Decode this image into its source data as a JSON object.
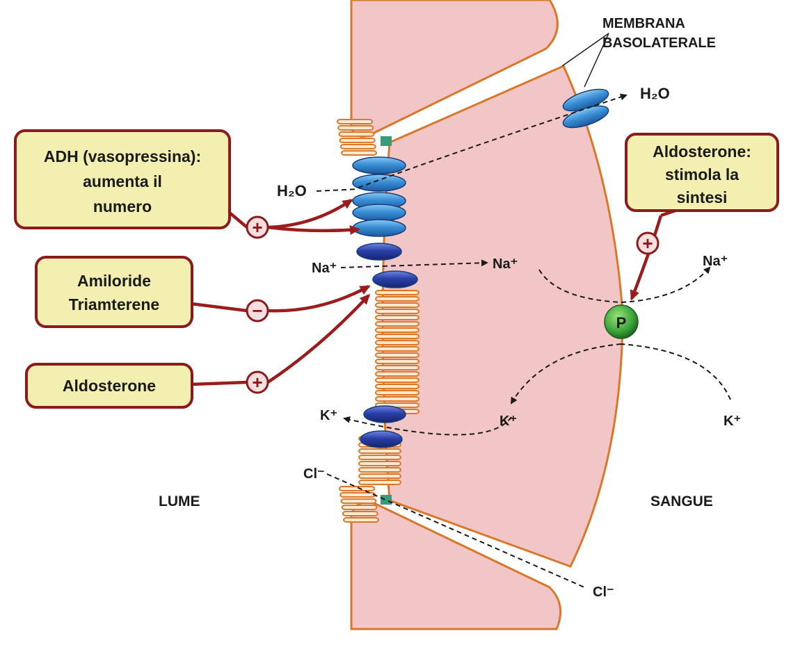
{
  "labels": {
    "membrana_line1": "MEMBRANA",
    "membrana_line2": "BASOLATERALE",
    "h2o_out": "H₂O",
    "h2o_in": "H₂O",
    "na_lumen": "Na⁺",
    "na_cell": "Na⁺",
    "na_blood": "Na⁺",
    "k_lumen": "K⁺",
    "k_cell": "K⁺",
    "k_blood": "K⁺",
    "cl_lumen": "Cl⁻",
    "cl_blood": "Cl⁻",
    "pump": "P",
    "lume": "LUME",
    "sangue": "SANGUE"
  },
  "boxes": {
    "adh": [
      "ADH (vasopressina):",
      "aumenta il",
      "numero"
    ],
    "amiloride": [
      "Amiloride",
      "Triamterene"
    ],
    "aldosterone_left": [
      "Aldosterone"
    ],
    "aldosterone_right": [
      "Aldosterone:",
      "stimola la",
      "sintesi"
    ]
  },
  "signs": {
    "adh": "+",
    "amiloride": "−",
    "aldosterone_left": "+",
    "aldosterone_right": "+"
  },
  "colors": {
    "cell_fill": "#f2c6c6",
    "membrane_line": "#d9772b",
    "box_fill": "#f3efb0",
    "box_border": "#8b1a1a",
    "arrow": "#9b1c1c",
    "channel_light": "#3a8fd6",
    "channel_dark": "#2a3fa8",
    "pump": "#3aa33a",
    "junction": "#3a9a7a"
  }
}
